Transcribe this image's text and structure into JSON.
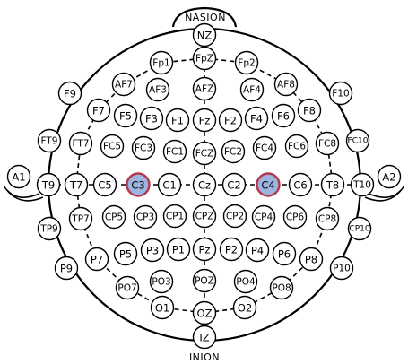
{
  "landmarks": {
    "top": "NASION",
    "bottom": "INION"
  },
  "colors": {
    "stroke": "#000000",
    "electrode_fill": "#ffffff",
    "highlight_fill": "#9db3e0",
    "highlight_stroke": "#b4384a"
  },
  "highlighted": [
    "C3",
    "C4"
  ],
  "electrodes": [
    "NZ",
    "FpZ",
    "Fp1",
    "Fp2",
    "F9",
    "AF7",
    "AF3",
    "AFZ",
    "AF4",
    "AF8",
    "F10",
    "F7",
    "F5",
    "F3",
    "F1",
    "Fz",
    "F2",
    "F4",
    "F6",
    "F8",
    "FT9",
    "FT7",
    "FC5",
    "FC3",
    "FC1",
    "FCZ",
    "FC2",
    "FC4",
    "FC6",
    "FC8",
    "FC10",
    "A1",
    "T9",
    "T7",
    "C5",
    "C3",
    "C1",
    "Cz",
    "C2",
    "C4",
    "C6",
    "T8",
    "T10",
    "A2",
    "TP9",
    "TP7",
    "CP5",
    "CP3",
    "CP1",
    "CPZ",
    "CP2",
    "CP4",
    "CP6",
    "CP8",
    "CP10",
    "P9",
    "P7",
    "P5",
    "P3",
    "P1",
    "Pz",
    "P2",
    "P4",
    "P6",
    "P8",
    "P10",
    "PO7",
    "PO3",
    "POZ",
    "PO4",
    "PO8",
    "O1",
    "OZ",
    "O2",
    "IZ"
  ]
}
